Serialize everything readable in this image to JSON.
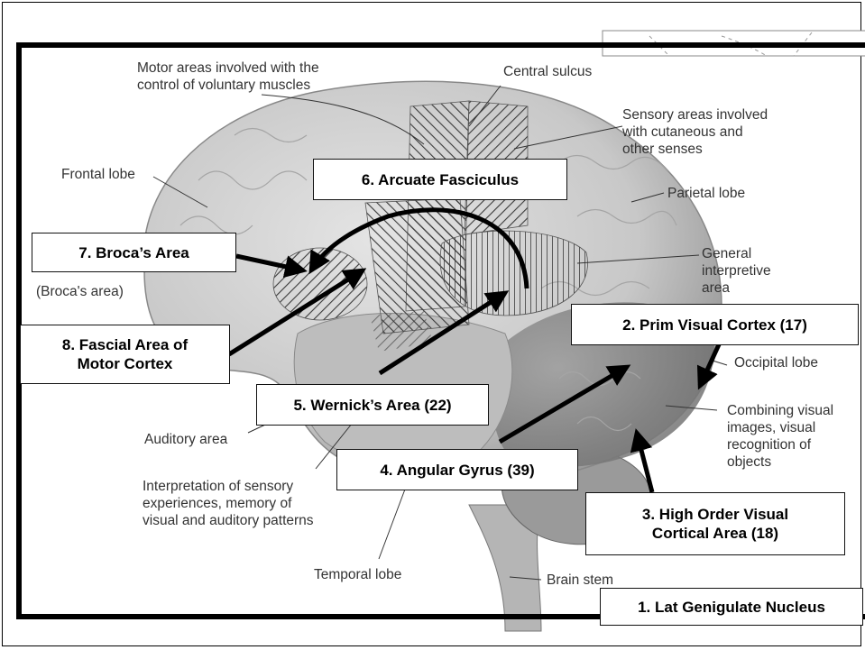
{
  "labels": {
    "motor_areas": "Motor areas involved with the\ncontrol of voluntary muscles",
    "central_sulcus": "Central sulcus",
    "sensory_areas": "Sensory areas involved\nwith cutaneous and\nother senses",
    "frontal_lobe": "Frontal lobe",
    "parietal_lobe": "Parietal lobe",
    "general_interpretive": "General\ninterpretive\narea",
    "brocas_area_small": "(Broca's area)",
    "occipital_lobe": "Occipital lobe",
    "combining_visual": "Combining visual\nimages, visual\nrecognition of\nobjects",
    "auditory_area": "Auditory area",
    "interpretation_sensory": "Interpretation of sensory\nexperiences, memory of\nvisual and auditory patterns",
    "temporal_lobe": "Temporal lobe",
    "brain_stem": "Brain stem"
  },
  "boxes": {
    "arcuate": "6. Arcuate Fasciculus",
    "broca": "7. Broca’s Area",
    "fascial": "8. Fascial Area of\nMotor Cortex",
    "wernicke": "5. Wernick’s Area (22)",
    "prim_visual": "2. Prim Visual Cortex (17)",
    "angular": "4. Angular Gyrus (39)",
    "high_order": "3. High Order Visual\nCortical Area (18)",
    "lat_geniculate": "1. Lat Genigulate Nucleus"
  },
  "colors": {
    "brain_fill": "#d6d6d6",
    "brain_shadow": "#a8a8a8",
    "occipital_fill": "#8e8e8e",
    "hatch": "#3a3a3a",
    "arrow": "#000000"
  }
}
